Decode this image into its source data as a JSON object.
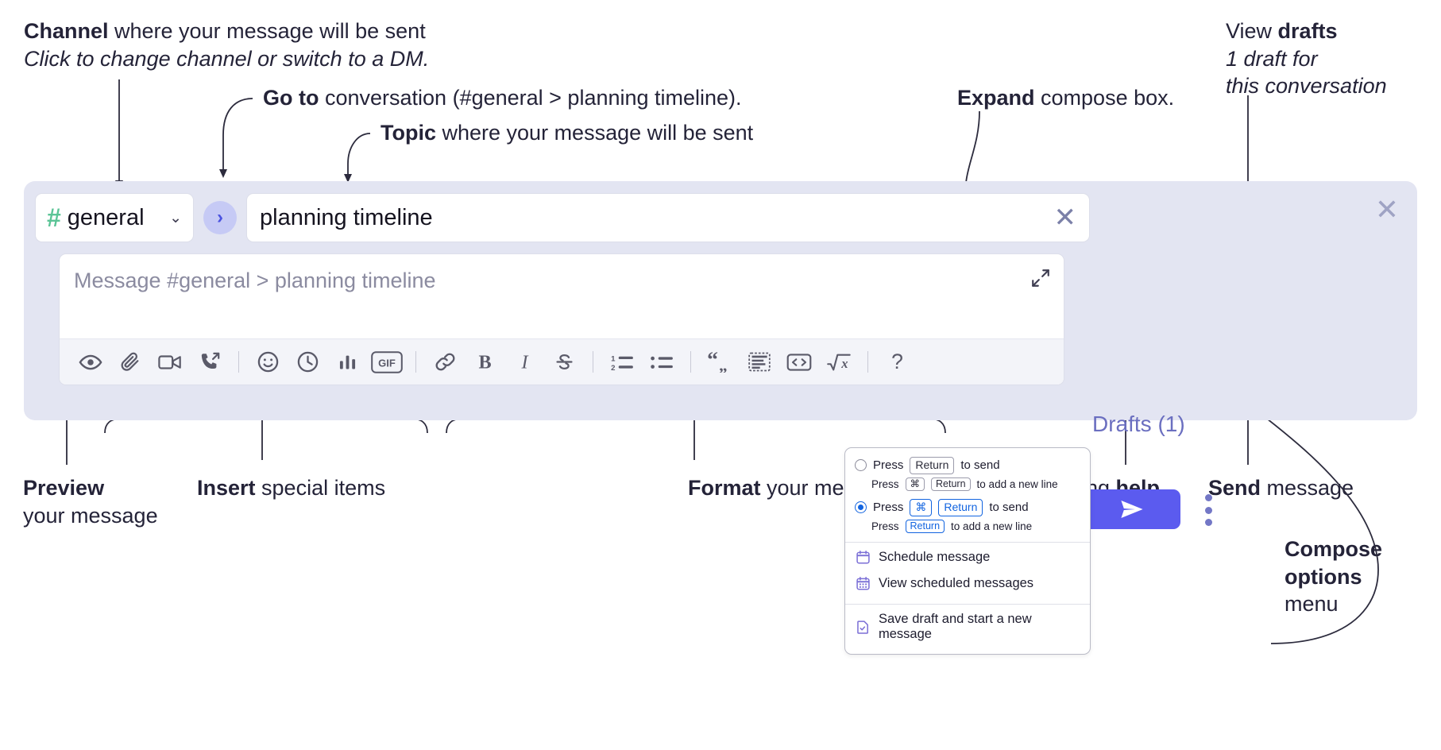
{
  "annotations": {
    "channel": {
      "bold": "Channel",
      "rest": " where your message will be sent",
      "italic": "Click to change channel or switch to a DM."
    },
    "goto": {
      "bold": "Go to",
      "rest": " conversation (#general > planning timeline)."
    },
    "topic": {
      "bold": "Topic",
      "rest": " where your message will be sent"
    },
    "expand": {
      "bold": "Expand",
      "rest": " compose box."
    },
    "drafts": {
      "prefix": "View ",
      "bold": "drafts",
      "italic_line1": "1 draft for",
      "italic_line2": "this conversation"
    },
    "preview": {
      "bold": "Preview",
      "line2": "your message"
    },
    "insert": {
      "bold": "Insert",
      "rest": " special items"
    },
    "format": {
      "bold": "Format",
      "rest": " your message"
    },
    "formatting_help": {
      "prefix": "Formatting ",
      "bold": "help"
    },
    "send": {
      "bold": "Send",
      "rest": " message"
    },
    "compose_options": {
      "bold_line1": "Compose",
      "bold_line2": "options",
      "line3": "menu"
    }
  },
  "compose": {
    "channel_chip": {
      "hash": "#",
      "label": "general",
      "chevron": "⌄"
    },
    "goto_button": {
      "glyph": "›"
    },
    "topic_field": {
      "value": "planning timeline",
      "clear": "✕"
    },
    "message": {
      "placeholder": "Message #general > planning timeline"
    },
    "panel_close": "✕",
    "drafts_label": "Drafts (1)",
    "toolbar": [
      {
        "name": "preview-icon",
        "title": "Preview"
      },
      {
        "name": "attachment-icon",
        "title": "Attach file"
      },
      {
        "name": "video-icon",
        "title": "Record video clip"
      },
      {
        "name": "audio-call-icon",
        "title": "Record audio clip"
      },
      {
        "name": "separator-1",
        "title": ""
      },
      {
        "name": "emoji-icon",
        "title": "Emoji"
      },
      {
        "name": "clock-icon",
        "title": "Reminder"
      },
      {
        "name": "poll-icon",
        "title": "Poll"
      },
      {
        "name": "gif-icon",
        "title": "GIF"
      },
      {
        "name": "separator-2",
        "title": ""
      },
      {
        "name": "link-icon",
        "title": "Link"
      },
      {
        "name": "bold-icon",
        "title": "Bold"
      },
      {
        "name": "italic-icon",
        "title": "Italic"
      },
      {
        "name": "strikethrough-icon",
        "title": "Strikethrough"
      },
      {
        "name": "separator-3",
        "title": ""
      },
      {
        "name": "ordered-list-icon",
        "title": "Ordered list"
      },
      {
        "name": "bulleted-list-icon",
        "title": "Bulleted list"
      },
      {
        "name": "separator-4",
        "title": ""
      },
      {
        "name": "blockquote-icon",
        "title": "Blockquote"
      },
      {
        "name": "code-block-icon",
        "title": "Code block"
      },
      {
        "name": "code-icon",
        "title": "Code"
      },
      {
        "name": "latex-icon",
        "title": "LaTeX"
      },
      {
        "name": "separator-5",
        "title": ""
      },
      {
        "name": "help-icon",
        "title": "Formatting help"
      }
    ],
    "gif_label": "GIF",
    "bold_label": "B",
    "italic_label": "I",
    "help_label": "?",
    "ordered_1": "1",
    "ordered_2": "2"
  },
  "compose_menu": {
    "option1": {
      "press": "Press",
      "key": "Return",
      "suffix": "to send",
      "sub_press": "Press",
      "sub_key1": "⌘",
      "sub_key2": "Return",
      "sub_suffix": "to add a new line",
      "selected": false
    },
    "option2": {
      "press": "Press",
      "key1": "⌘",
      "key2": "Return",
      "suffix": "to send",
      "sub_press": "Press",
      "sub_key": "Return",
      "sub_suffix": "to add a new line",
      "selected": true
    },
    "items": [
      {
        "icon": "calendar-icon",
        "label": "Schedule message"
      },
      {
        "icon": "calendar-grid-icon",
        "label": "View scheduled messages"
      },
      {
        "icon": "save-draft-icon",
        "label": "Save draft and start a new message"
      }
    ]
  },
  "colors": {
    "panel_bg": "#e3e5f2",
    "send_button": "#5b5bef",
    "hash_green": "#5bc496",
    "drafts_text": "#6b6fc0",
    "accent_blue": "#1264e0",
    "menu_icon_purple": "#7b6fd6"
  }
}
